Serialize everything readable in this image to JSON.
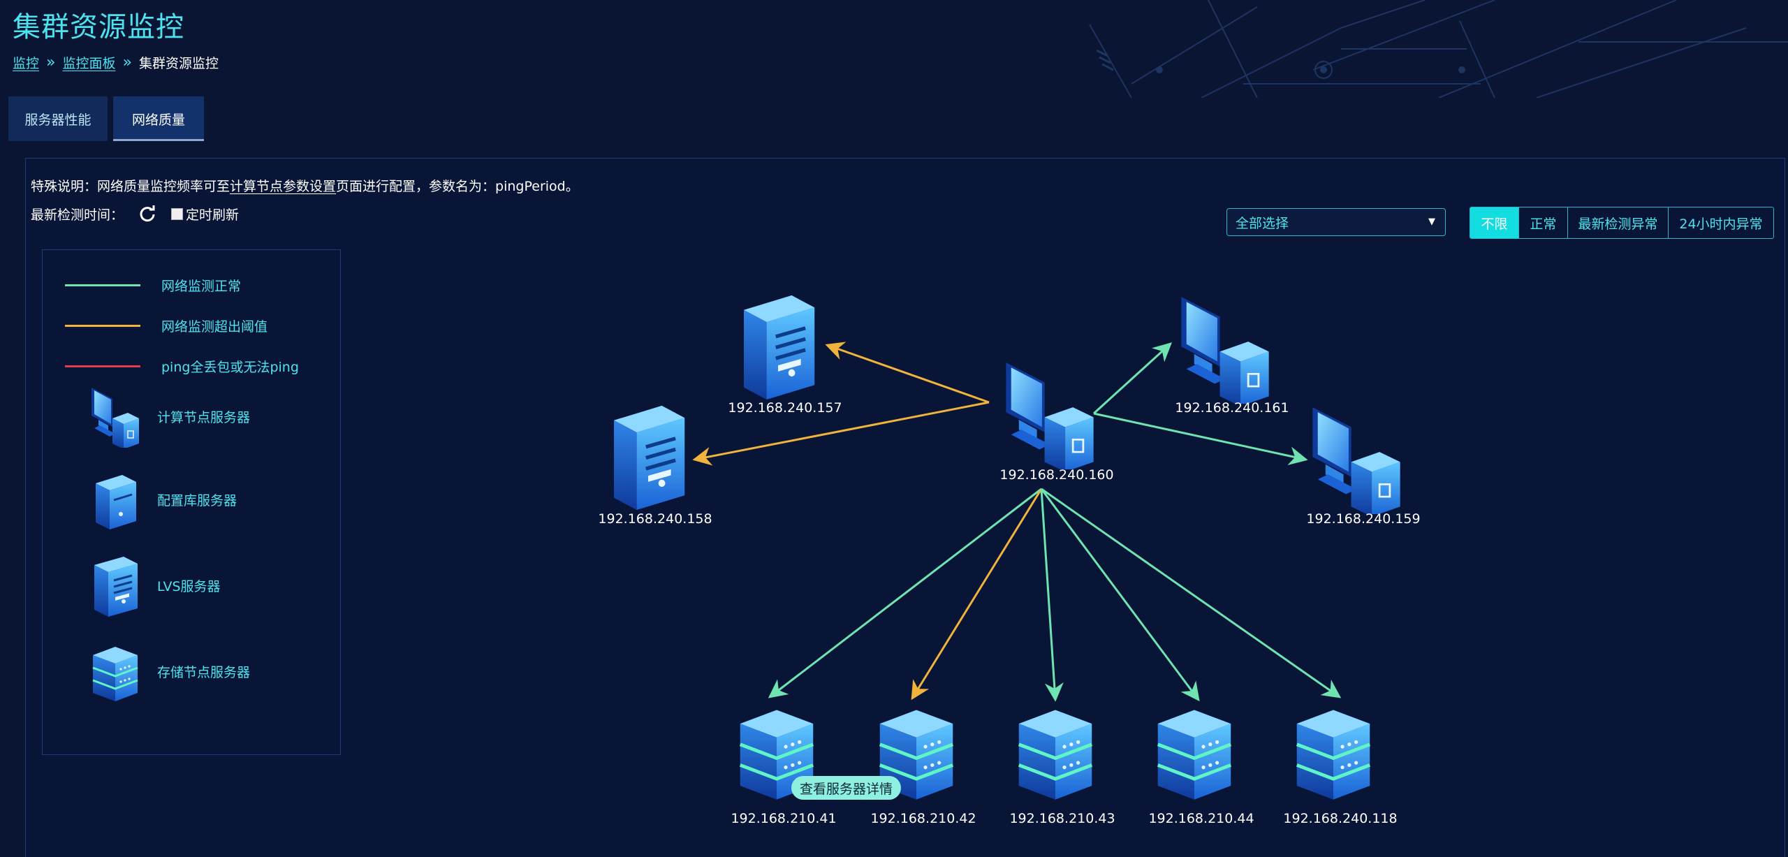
{
  "header": {
    "title": "集群资源监控",
    "breadcrumb": [
      "监控",
      "监控面板",
      "集群资源监控"
    ]
  },
  "tabs": [
    {
      "label": "服务器性能"
    },
    {
      "label": "网络质量"
    }
  ],
  "notice": {
    "prefix": "特殊说明：网络质量监控频率可至",
    "link": "计算节点参数设置",
    "suffix": "页面进行配置，参数名为：pingPeriod。"
  },
  "detect": {
    "label": "最新检测时间：",
    "auto_refresh_label": "定时刷新",
    "auto_refresh_checked": false
  },
  "select": {
    "value": "全部选择"
  },
  "filters": [
    {
      "label": "不限",
      "active": true
    },
    {
      "label": "正常",
      "active": false
    },
    {
      "label": "最新检测异常",
      "active": false
    },
    {
      "label": "24小时内异常",
      "active": false
    }
  ],
  "legend": {
    "lines": [
      {
        "label": "网络监测正常",
        "color": "#6fe3b0"
      },
      {
        "label": "网络监测超出阈值",
        "color": "#f0b43c"
      },
      {
        "label": "ping全丢包或无法ping",
        "color": "#e03c4a"
      }
    ],
    "icons": [
      {
        "label": "计算节点服务器",
        "icon": "compute-node-icon"
      },
      {
        "label": "配置库服务器",
        "icon": "config-server-icon"
      },
      {
        "label": "LVS服务器",
        "icon": "lvs-server-icon"
      },
      {
        "label": "存储节点服务器",
        "icon": "storage-node-icon"
      }
    ]
  },
  "topology": {
    "nodes": [
      {
        "id": "192.168.240.160",
        "type": "compute"
      },
      {
        "id": "192.168.240.157",
        "type": "lvs"
      },
      {
        "id": "192.168.240.158",
        "type": "lvs"
      },
      {
        "id": "192.168.240.161",
        "type": "compute"
      },
      {
        "id": "192.168.240.159",
        "type": "compute"
      },
      {
        "id": "192.168.210.41",
        "type": "storage"
      },
      {
        "id": "192.168.210.42",
        "type": "storage"
      },
      {
        "id": "192.168.210.43",
        "type": "storage"
      },
      {
        "id": "192.168.210.44",
        "type": "storage"
      },
      {
        "id": "192.168.240.118",
        "type": "storage"
      }
    ],
    "links": [
      {
        "from": "192.168.240.160",
        "to": "192.168.240.157",
        "status": "threshold"
      },
      {
        "from": "192.168.240.160",
        "to": "192.168.240.158",
        "status": "threshold"
      },
      {
        "from": "192.168.240.160",
        "to": "192.168.240.161",
        "status": "normal"
      },
      {
        "from": "192.168.240.160",
        "to": "192.168.240.159",
        "status": "normal"
      },
      {
        "from": "192.168.240.160",
        "to": "192.168.210.41",
        "status": "normal"
      },
      {
        "from": "192.168.240.160",
        "to": "192.168.210.42",
        "status": "threshold"
      },
      {
        "from": "192.168.240.160",
        "to": "192.168.210.43",
        "status": "normal"
      },
      {
        "from": "192.168.240.160",
        "to": "192.168.210.44",
        "status": "normal"
      },
      {
        "from": "192.168.240.160",
        "to": "192.168.240.118",
        "status": "normal"
      }
    ],
    "tooltip": "查看服务器详情"
  },
  "colors": {
    "accent": "#4de3ee",
    "normal": "#6fe3b0",
    "threshold": "#f0b43c",
    "fail": "#e03c4a",
    "background": "#0a1433"
  }
}
